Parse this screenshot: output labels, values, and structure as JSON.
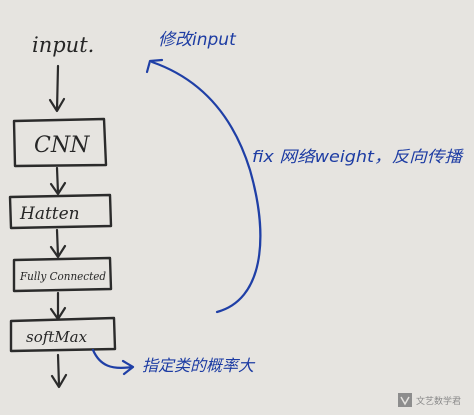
{
  "nodes": {
    "input": "input.",
    "cnn": "CNN",
    "flatten": "Hatten",
    "fully_connected": "Fully Connected",
    "softmax": "softMax"
  },
  "annotations": {
    "modify_input": "修改input",
    "fix_weight": "fix 网络weight，反向传播",
    "target_prob": "指定类的概率大"
  },
  "watermark": {
    "text": "文艺数学君"
  },
  "colors": {
    "paper": "#e6e4e0",
    "pencil": "#2b2b2b",
    "pen_blue": "#1f3fa6"
  }
}
